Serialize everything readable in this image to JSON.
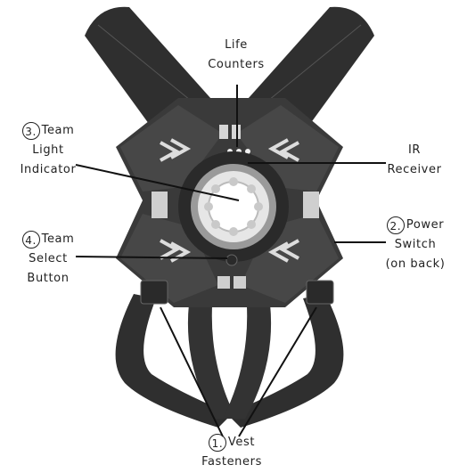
{
  "labels": {
    "life": {
      "l1": "Life",
      "l2": "Counters"
    },
    "team_light": {
      "num": "3.",
      "l1": "Team",
      "l2": "Light",
      "l3": "Indicator"
    },
    "ir": {
      "l1": "IR",
      "l2": "Receiver"
    },
    "team_select": {
      "num": "4.",
      "l1": "Team",
      "l2": "Select",
      "l3": "Button"
    },
    "power": {
      "num": "2.",
      "l1": "Power",
      "l2": "Switch",
      "l3": "(on back)"
    },
    "vest": {
      "num": "1.",
      "l1": "Vest",
      "l2": "Fasteners"
    }
  },
  "colors": {
    "strap": "#2f2f2f",
    "body": "#3a3a3a",
    "panel": "#4a4a4a",
    "accent": "#d9d9d9",
    "line": "#111111"
  }
}
